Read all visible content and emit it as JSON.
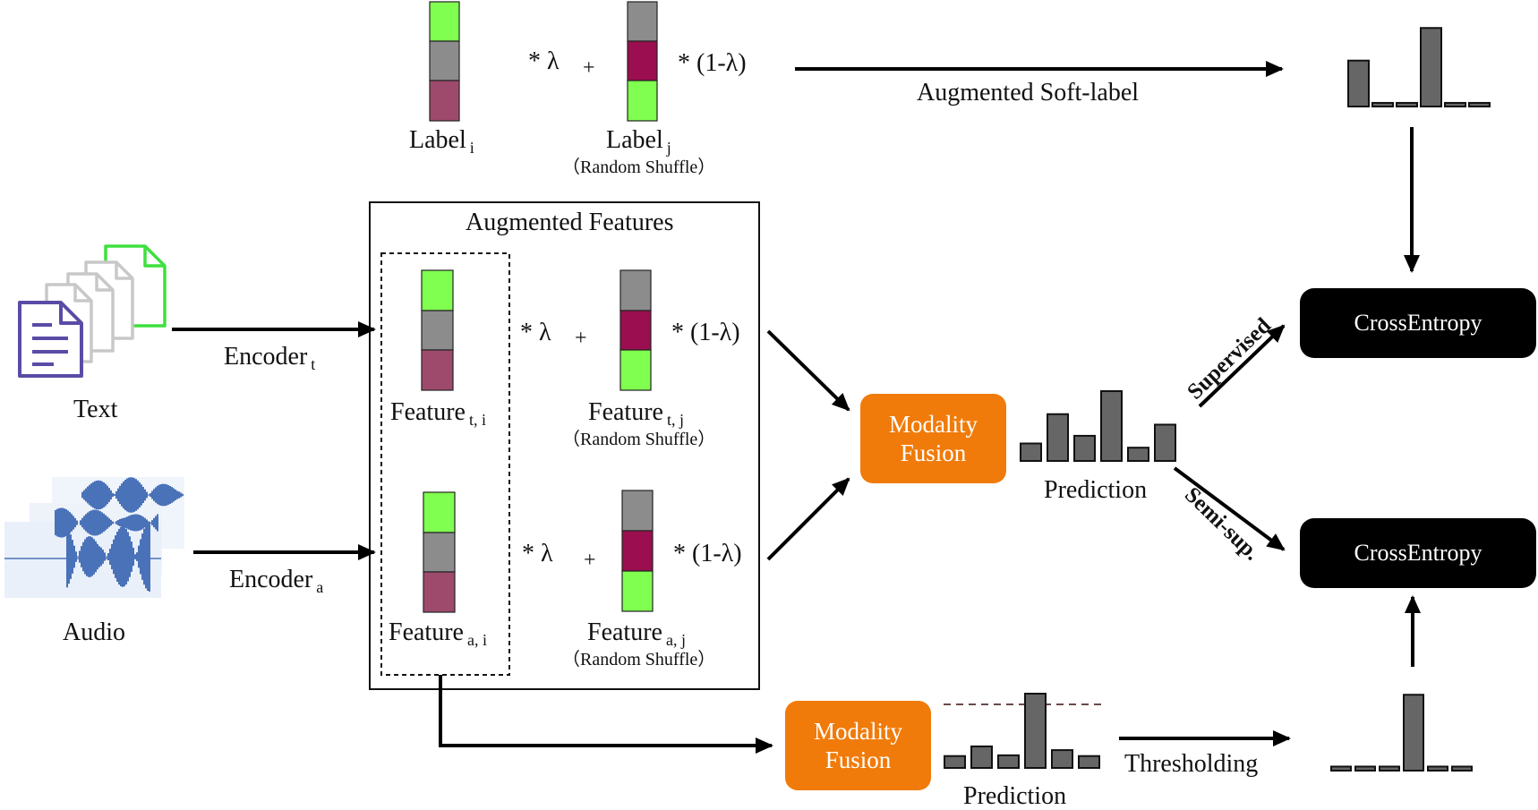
{
  "colors": {
    "green": "#80ff50",
    "gray": "#8c8c8c",
    "mauve": "#9e4a6c",
    "crimson": "#9b0e4f",
    "orange": "#f07b0a",
    "bar_fill": "#666666",
    "doc_purple": "#5b4ba6",
    "doc_gray": "#c8c8c8",
    "doc_green": "#3ee03e",
    "wave_blue": "#4a72b8"
  },
  "icons": {
    "text": "document-stack-icon",
    "audio": "waveform-stack-icon"
  },
  "top": {
    "lambda": "* λ",
    "plus": "+",
    "one_minus_lambda": "* (1-λ)",
    "label_i": {
      "name": "Label",
      "sub": "i"
    },
    "label_j": {
      "name": "Label",
      "sub": "j"
    },
    "shuffle": "（Random Shuffle）",
    "augmented_soft_label": "Augmented Soft-label"
  },
  "inputs": {
    "text_label": "Text",
    "audio_label": "Audio",
    "encoder_t": {
      "name": "Encoder",
      "sub": "t"
    },
    "encoder_a": {
      "name": "Encoder",
      "sub": "a"
    }
  },
  "augmented": {
    "title": "Augmented Features",
    "lambda": "* λ",
    "plus": "+",
    "one_minus_lambda": "* (1-λ)",
    "feature_t_i": {
      "name": "Feature",
      "sub": "t, i"
    },
    "feature_t_j": {
      "name": "Feature",
      "sub": "t, j"
    },
    "feature_a_i": {
      "name": "Feature",
      "sub": "a, i"
    },
    "feature_a_j": {
      "name": "Feature",
      "sub": "a, j"
    },
    "shuffle": "（Random Shuffle）"
  },
  "fusion": {
    "main": {
      "line1": "Modality",
      "line2": "Fusion"
    },
    "bottom": {
      "line1": "Modality",
      "line2": "Fusion"
    },
    "prediction": "Prediction",
    "prediction_bottom": "Prediction",
    "thresholding": "Thresholding"
  },
  "loss": {
    "supervised_label": "Supervised",
    "semi_label": "Semi-sup.",
    "ce_top": "CrossEntropy",
    "ce_bottom": "CrossEntropy"
  },
  "histograms": {
    "soft_label": [
      0.38,
      0.03,
      0.03,
      0.65,
      0.03,
      0.03
    ],
    "prediction": [
      0.25,
      0.67,
      0.36,
      1.0,
      0.19,
      0.52
    ],
    "prediction_bottom": [
      0.16,
      0.29,
      0.17,
      1.0,
      0.24,
      0.16
    ],
    "thresholded": [
      0.04,
      0.04,
      0.04,
      0.75,
      0.04,
      0.04
    ]
  }
}
